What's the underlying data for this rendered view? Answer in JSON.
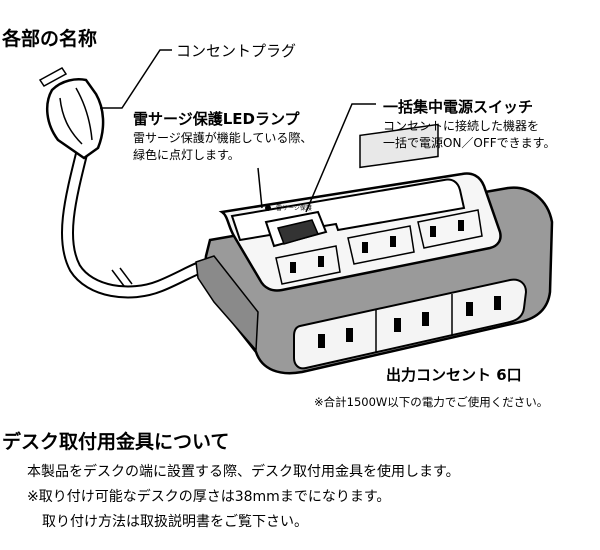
{
  "section_parts": {
    "title": "各部の名称",
    "plug_label": "コンセントプラグ",
    "led_title": "雷サージ保護LEDランプ",
    "led_desc_1": "雷サージ保護が機能している際、",
    "led_desc_2": "緑色に点灯します。",
    "switch_title": "一括集中電源スイッチ",
    "switch_desc_1": "コンセントに接続した機器を",
    "switch_desc_2": "一括で電源ON／OFFできます。",
    "led_small": "雷サージ保護",
    "outlet_title": "出力コンセント  6口",
    "outlet_note": "※合計1500W以下の電力でご使用ください。"
  },
  "section_desk": {
    "title": "デスク取付用金具について",
    "line1": "本製品をデスクの端に設置する際、デスク取付用金具を使用します。",
    "line2": "※取り付け可能なデスクの厚さは38mmまでになります。",
    "line3": "取り付け方法は取扱説明書をご覧下さい。"
  },
  "colors": {
    "body_gray": "#9a9a9a",
    "shell": "#f2f2f2",
    "ink": "#000000"
  }
}
